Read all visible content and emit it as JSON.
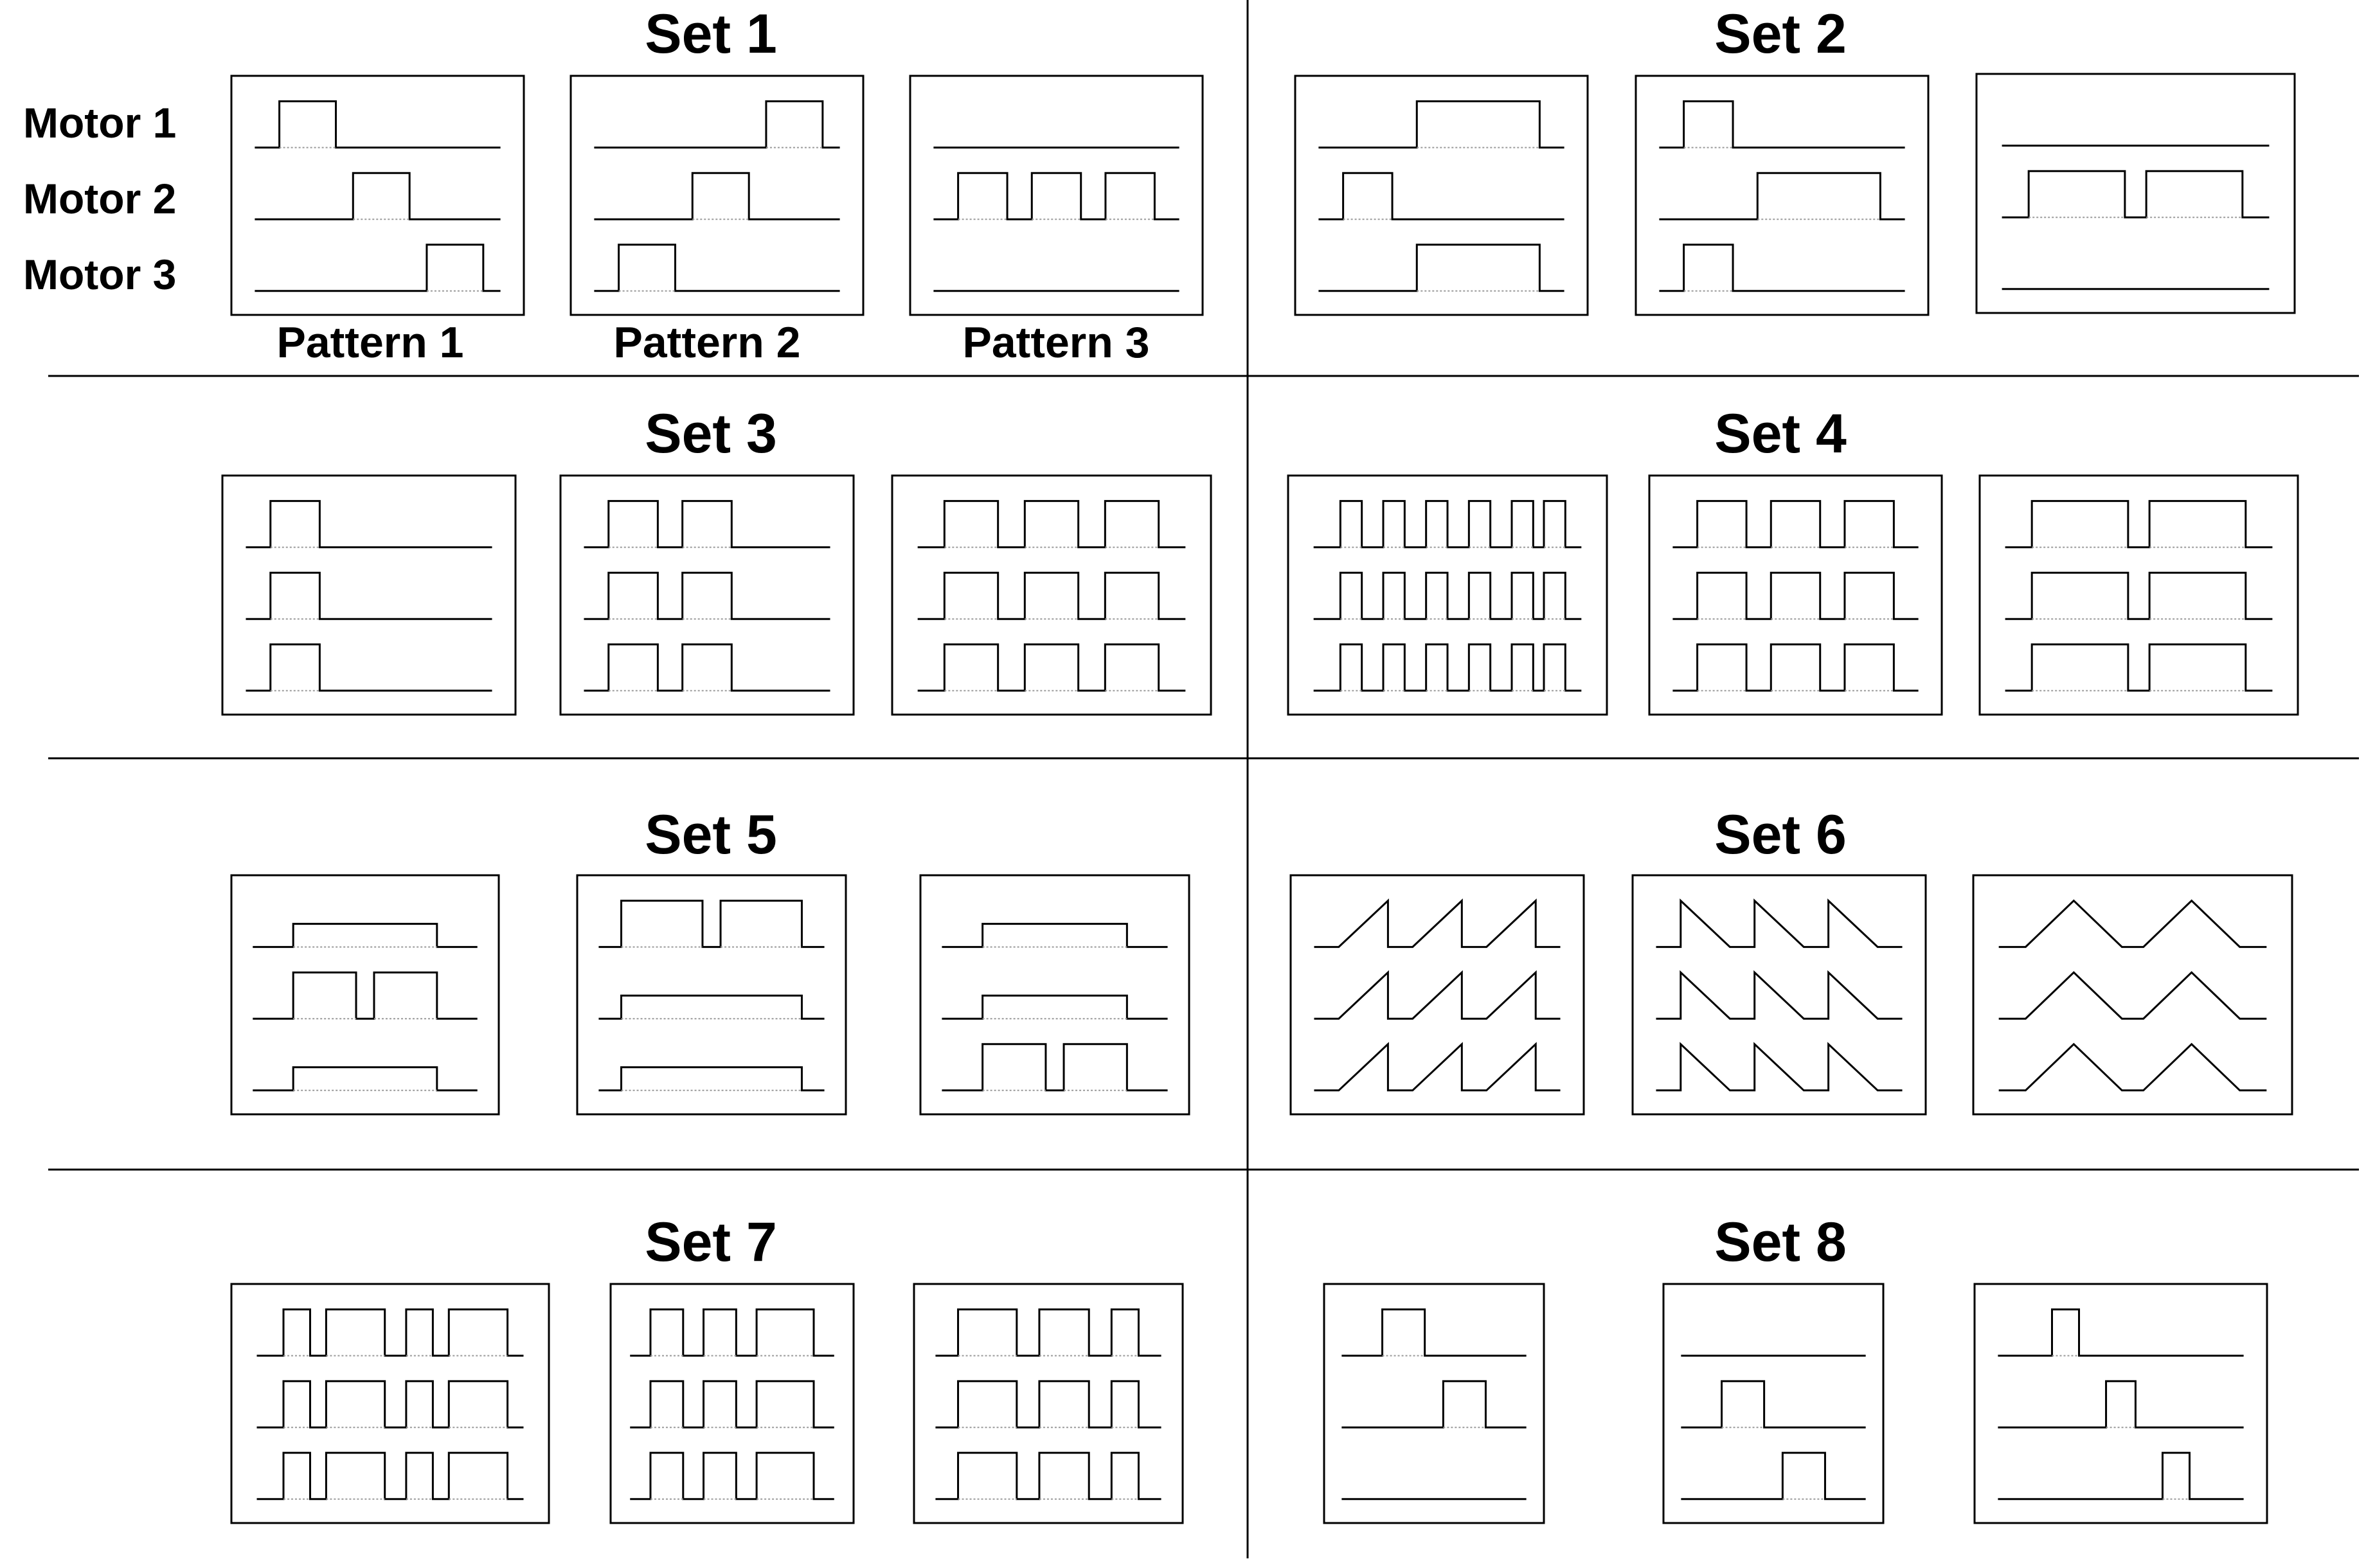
{
  "row_labels": [
    "Motor 1",
    "Motor 2",
    "Motor 3"
  ],
  "pattern_labels": [
    "Pattern 1",
    "Pattern 2",
    "Pattern 3"
  ],
  "sets": [
    {
      "title": "Set 1",
      "patterns": [
        [
          [
            [
              "H",
              0.1,
              0.33
            ]
          ],
          [
            [
              "H",
              0.4,
              0.63
            ]
          ],
          [
            [
              "H",
              0.7,
              0.93
            ]
          ]
        ],
        [
          [
            [
              "H",
              0.7,
              0.93
            ]
          ],
          [
            [
              "H",
              0.4,
              0.63
            ]
          ],
          [
            [
              "H",
              0.1,
              0.33
            ]
          ]
        ],
        [
          [],
          [
            [
              "H",
              0.1,
              0.3
            ],
            [
              "H",
              0.4,
              0.6
            ],
            [
              "H",
              0.7,
              0.9
            ]
          ],
          []
        ]
      ]
    },
    {
      "title": "Set 2",
      "patterns": [
        [
          [
            [
              "H",
              0.4,
              0.9
            ]
          ],
          [
            [
              "H",
              0.1,
              0.3
            ]
          ],
          [
            [
              "H",
              0.4,
              0.9
            ]
          ]
        ],
        [
          [
            [
              "H",
              0.1,
              0.3
            ]
          ],
          [
            [
              "H",
              0.4,
              0.9
            ]
          ],
          [
            [
              "H",
              0.1,
              0.3
            ]
          ]
        ],
        [
          [],
          [
            [
              "H",
              0.1,
              0.46
            ],
            [
              "H",
              0.54,
              0.9
            ]
          ],
          []
        ]
      ]
    },
    {
      "title": "Set 3",
      "patterns": [
        [
          [
            [
              "H",
              0.1,
              0.3
            ]
          ],
          [
            [
              "H",
              0.1,
              0.3
            ]
          ],
          [
            [
              "H",
              0.1,
              0.3
            ]
          ]
        ],
        [
          [
            [
              "H",
              0.1,
              0.3
            ],
            [
              "H",
              0.4,
              0.6
            ]
          ],
          [
            [
              "H",
              0.1,
              0.3
            ],
            [
              "H",
              0.4,
              0.6
            ]
          ],
          [
            [
              "H",
              0.1,
              0.3
            ],
            [
              "H",
              0.4,
              0.6
            ]
          ]
        ],
        [
          [
            [
              "H",
              0.1,
              0.3
            ],
            [
              "H",
              0.4,
              0.6
            ],
            [
              "H",
              0.7,
              0.9
            ]
          ],
          [
            [
              "H",
              0.1,
              0.3
            ],
            [
              "H",
              0.4,
              0.6
            ],
            [
              "H",
              0.7,
              0.9
            ]
          ],
          [
            [
              "H",
              0.1,
              0.3
            ],
            [
              "H",
              0.4,
              0.6
            ],
            [
              "H",
              0.7,
              0.9
            ]
          ]
        ]
      ]
    },
    {
      "title": "Set 4",
      "patterns": [
        [
          [
            [
              "H",
              0.1,
              0.18
            ],
            [
              "H",
              0.26,
              0.34
            ],
            [
              "H",
              0.42,
              0.5
            ],
            [
              "H",
              0.58,
              0.66
            ],
            [
              "H",
              0.74,
              0.82
            ],
            [
              "H",
              0.86,
              0.94
            ]
          ],
          [
            [
              "H",
              0.1,
              0.18
            ],
            [
              "H",
              0.26,
              0.34
            ],
            [
              "H",
              0.42,
              0.5
            ],
            [
              "H",
              0.58,
              0.66
            ],
            [
              "H",
              0.74,
              0.82
            ],
            [
              "H",
              0.86,
              0.94
            ]
          ],
          [
            [
              "H",
              0.1,
              0.18
            ],
            [
              "H",
              0.26,
              0.34
            ],
            [
              "H",
              0.42,
              0.5
            ],
            [
              "H",
              0.58,
              0.66
            ],
            [
              "H",
              0.74,
              0.82
            ],
            [
              "H",
              0.86,
              0.94
            ]
          ]
        ],
        [
          [
            [
              "H",
              0.1,
              0.3
            ],
            [
              "H",
              0.4,
              0.6
            ],
            [
              "H",
              0.7,
              0.9
            ]
          ],
          [
            [
              "H",
              0.1,
              0.3
            ],
            [
              "H",
              0.4,
              0.6
            ],
            [
              "H",
              0.7,
              0.9
            ]
          ],
          [
            [
              "H",
              0.1,
              0.3
            ],
            [
              "H",
              0.4,
              0.6
            ],
            [
              "H",
              0.7,
              0.9
            ]
          ]
        ],
        [
          [
            [
              "H",
              0.1,
              0.46
            ],
            [
              "H",
              0.54,
              0.9
            ]
          ],
          [
            [
              "H",
              0.1,
              0.46
            ],
            [
              "H",
              0.54,
              0.9
            ]
          ],
          [
            [
              "H",
              0.1,
              0.46
            ],
            [
              "H",
              0.54,
              0.9
            ]
          ]
        ]
      ]
    },
    {
      "title": "Set 5",
      "patterns": [
        [
          [
            [
              "L",
              0.18,
              0.82
            ]
          ],
          [
            [
              "H",
              0.18,
              0.46
            ],
            [
              "H",
              0.54,
              0.82
            ]
          ],
          [
            [
              "L",
              0.18,
              0.82
            ]
          ]
        ],
        [
          [
            [
              "H",
              0.1,
              0.46
            ],
            [
              "H",
              0.54,
              0.9
            ]
          ],
          [
            [
              "L",
              0.1,
              0.9
            ]
          ],
          [
            [
              "L",
              0.1,
              0.9
            ]
          ]
        ],
        [
          [
            [
              "L",
              0.18,
              0.82
            ]
          ],
          [
            [
              "L",
              0.18,
              0.82
            ]
          ],
          [
            [
              "H",
              0.18,
              0.46
            ],
            [
              "H",
              0.54,
              0.82
            ]
          ]
        ]
      ]
    },
    {
      "title": "Set 6",
      "patterns": [
        [
          [
            [
              "U",
              0.1,
              0.3
            ],
            [
              "U",
              0.4,
              0.6
            ],
            [
              "U",
              0.7,
              0.9
            ]
          ],
          [
            [
              "U",
              0.1,
              0.3
            ],
            [
              "U",
              0.4,
              0.6
            ],
            [
              "U",
              0.7,
              0.9
            ]
          ],
          [
            [
              "U",
              0.1,
              0.3
            ],
            [
              "U",
              0.4,
              0.6
            ],
            [
              "U",
              0.7,
              0.9
            ]
          ]
        ],
        [
          [
            [
              "D",
              0.1,
              0.3
            ],
            [
              "D",
              0.4,
              0.6
            ],
            [
              "D",
              0.7,
              0.9
            ]
          ],
          [
            [
              "D",
              0.1,
              0.3
            ],
            [
              "D",
              0.4,
              0.6
            ],
            [
              "D",
              0.7,
              0.9
            ]
          ],
          [
            [
              "D",
              0.1,
              0.3
            ],
            [
              "D",
              0.4,
              0.6
            ],
            [
              "D",
              0.7,
              0.9
            ]
          ]
        ],
        [
          [
            [
              "T",
              0.1,
              0.46
            ],
            [
              "T",
              0.54,
              0.9
            ]
          ],
          [
            [
              "T",
              0.1,
              0.46
            ],
            [
              "T",
              0.54,
              0.9
            ]
          ],
          [
            [
              "T",
              0.1,
              0.46
            ],
            [
              "T",
              0.54,
              0.9
            ]
          ]
        ]
      ]
    },
    {
      "title": "Set 7",
      "patterns": [
        [
          [
            [
              "H",
              0.1,
              0.2
            ],
            [
              "H",
              0.26,
              0.48
            ],
            [
              "H",
              0.56,
              0.66
            ],
            [
              "H",
              0.72,
              0.94
            ]
          ],
          [
            [
              "H",
              0.1,
              0.2
            ],
            [
              "H",
              0.26,
              0.48
            ],
            [
              "H",
              0.56,
              0.66
            ],
            [
              "H",
              0.72,
              0.94
            ]
          ],
          [
            [
              "H",
              0.1,
              0.2
            ],
            [
              "H",
              0.26,
              0.48
            ],
            [
              "H",
              0.56,
              0.66
            ],
            [
              "H",
              0.72,
              0.94
            ]
          ]
        ],
        [
          [
            [
              "H",
              0.1,
              0.26
            ],
            [
              "H",
              0.36,
              0.52
            ],
            [
              "H",
              0.62,
              0.9
            ]
          ],
          [
            [
              "H",
              0.1,
              0.26
            ],
            [
              "H",
              0.36,
              0.52
            ],
            [
              "H",
              0.62,
              0.9
            ]
          ],
          [
            [
              "H",
              0.1,
              0.26
            ],
            [
              "H",
              0.36,
              0.52
            ],
            [
              "H",
              0.62,
              0.9
            ]
          ]
        ],
        [
          [
            [
              "H",
              0.1,
              0.36
            ],
            [
              "H",
              0.46,
              0.68
            ],
            [
              "H",
              0.78,
              0.9
            ]
          ],
          [
            [
              "H",
              0.1,
              0.36
            ],
            [
              "H",
              0.46,
              0.68
            ],
            [
              "H",
              0.78,
              0.9
            ]
          ],
          [
            [
              "H",
              0.1,
              0.36
            ],
            [
              "H",
              0.46,
              0.68
            ],
            [
              "H",
              0.78,
              0.9
            ]
          ]
        ]
      ]
    },
    {
      "title": "Set 8",
      "patterns": [
        [
          [
            [
              "H",
              0.22,
              0.45
            ]
          ],
          [
            [
              "H",
              0.55,
              0.78
            ]
          ],
          []
        ],
        [
          [],
          [
            [
              "H",
              0.22,
              0.45
            ]
          ],
          [
            [
              "H",
              0.55,
              0.78
            ]
          ]
        ],
        [
          [
            [
              "H",
              0.22,
              0.33
            ]
          ],
          [
            [
              "H",
              0.44,
              0.56
            ]
          ],
          [
            [
              "H",
              0.67,
              0.78
            ]
          ]
        ]
      ]
    }
  ]
}
